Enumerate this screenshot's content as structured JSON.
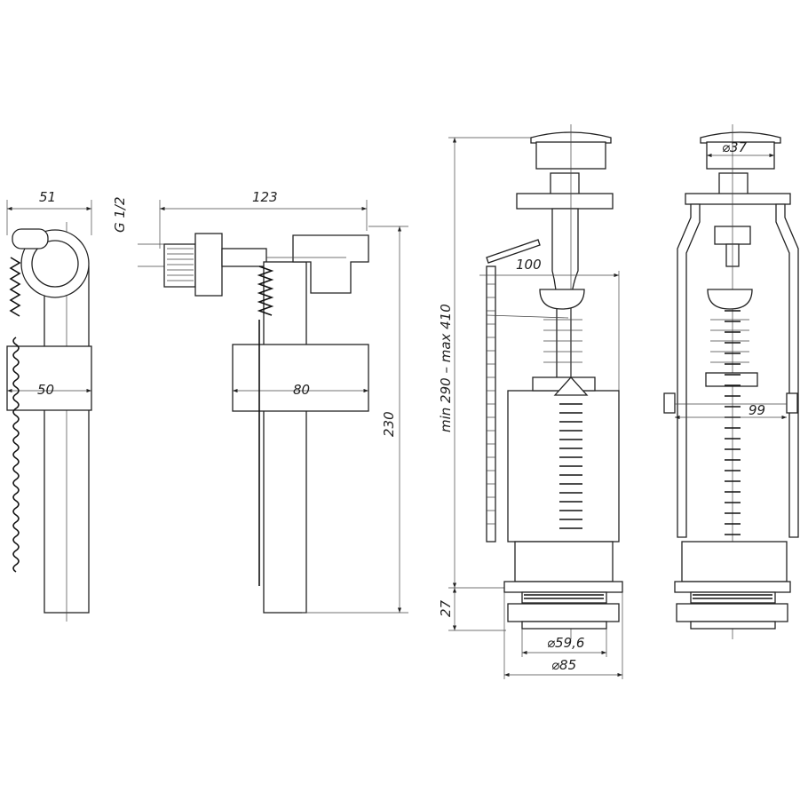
{
  "title": "Fill valve and flush valve dimensional drawing",
  "fill_valve_front": {
    "width_top": "51",
    "float_width": "50"
  },
  "fill_valve_side": {
    "thread": "G 1/2",
    "overall_length": "123",
    "float_length": "80",
    "height": "230"
  },
  "flush_valve_side": {
    "height_range": "min 290 – max 410",
    "lever_reach": "100",
    "base_height": "27",
    "thread_diameter": "⌀59,6",
    "flange_diameter": "⌀85"
  },
  "flush_valve_front": {
    "button_diameter": "⌀37",
    "body_width": "99"
  },
  "colors": {
    "line": "#222222",
    "background": "#ffffff"
  }
}
